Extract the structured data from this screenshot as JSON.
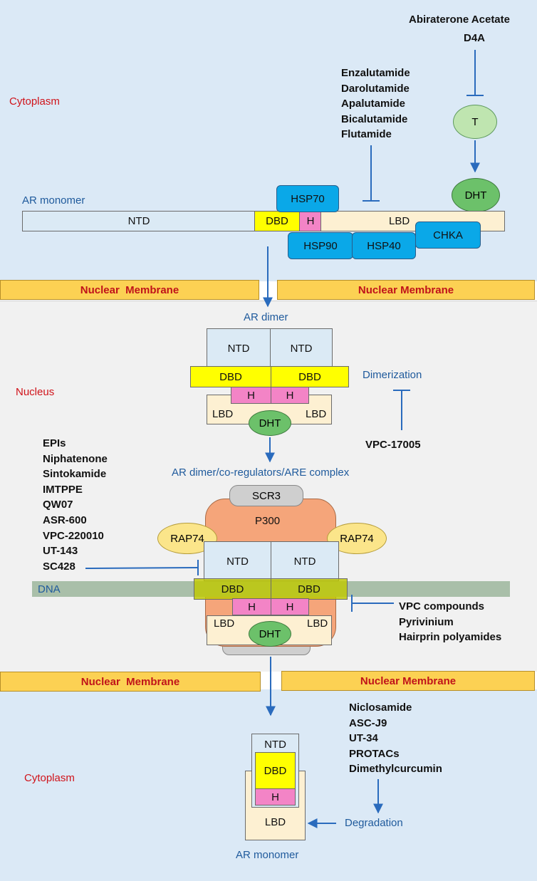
{
  "regions": {
    "cytoplasm_top": "Cytoplasm",
    "nucleus": "Nucleus",
    "cytoplasm_bottom": "Cytoplasm"
  },
  "membranes": {
    "top_left": "Nuclear  Membrane",
    "top_right": "Nuclear Membrane",
    "bottom_left": "Nuclear  Membrane",
    "bottom_right": "Nuclear Membrane"
  },
  "top": {
    "abiraterone": "Abiraterone Acetate",
    "d4a": "D4A",
    "t": "T",
    "dht": "DHT",
    "inhibitors": [
      "Enzalutamide",
      "Darolutamide",
      "Apalutamide",
      "Bicalutamide",
      "Flutamide"
    ],
    "ar_monomer_label": "AR monomer",
    "ntd": "NTD",
    "dbd": "DBD",
    "h": "H",
    "lbd": "LBD",
    "hsp70": "HSP70",
    "hsp90": "HSP90",
    "hsp40": "HSP40",
    "chka": "CHKA"
  },
  "dimer": {
    "label": "AR dimer",
    "ntd": "NTD",
    "dbd": "DBD",
    "h": "H",
    "lbd": "LBD",
    "dht": "DHT",
    "dimerization": "Dimerization",
    "vpc17005": "VPC-17005"
  },
  "complex": {
    "label": "AR dimer/co-regulators/ARE complex",
    "scr3": "SCR3",
    "p300": "P300",
    "rap74": "RAP74",
    "ntd": "NTD",
    "dbd": "DBD",
    "h": "H",
    "lbd": "LBD",
    "dht": "DHT",
    "dna": "DNA",
    "ntd_inhibitors": [
      "EPIs",
      "Niphatenone",
      "Sintokamide",
      "IMTPPE",
      "QW07",
      "ASR-600",
      "VPC-220010",
      "UT-143",
      "SC428"
    ],
    "dbd_inhibitors": [
      "VPC compounds",
      "Pyrivinium",
      "Hairprin polyamides"
    ]
  },
  "bottom": {
    "degraders": [
      "Niclosamide",
      "ASC-J9",
      "UT-34",
      "PROTACs",
      "Dimethylcurcumin"
    ],
    "degradation": "Degradation",
    "ntd": "NTD",
    "dbd": "DBD",
    "h": "H",
    "lbd": "LBD",
    "ar_monomer_label": "AR monomer"
  },
  "colors": {
    "cytoplasm_bg": "#dbe9f6",
    "nucleus_bg": "#f1f1f1",
    "arrow": "#2a6bbd",
    "dbd_yellow": "#ffff00",
    "hinge_pink": "#f384c6",
    "lbd_cream": "#fdf0d2",
    "ntd_blue": "#dbeaf5",
    "dht_green": "#6cc16a",
    "t_green": "#bfe5b0",
    "hsp_blue": "#0aa8e8",
    "p300_orange": "#f5a57a",
    "rap74_yellow": "#fbe58a",
    "scr3_gray": "#cfcfcf",
    "dna_green": "#a9bfa9",
    "membrane_yellow": "#fcd153"
  }
}
